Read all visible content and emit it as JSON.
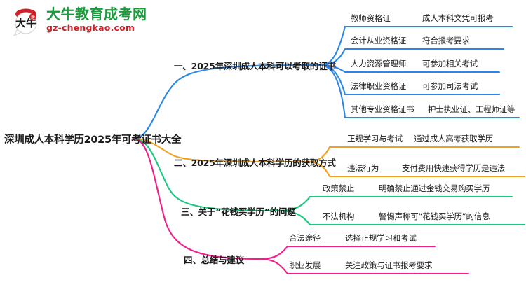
{
  "logo": {
    "mark_name": "daniu-bull-logo",
    "title": "大牛教育成考网",
    "subtitle": "gz-chengkao.com",
    "title_color": "#199b3b",
    "subtitle_color": "#cf2127"
  },
  "mindmap": {
    "root": {
      "label": "深圳成人本科学历2025年可考证书大全"
    },
    "branches": [
      {
        "index": 1,
        "title": "一、2025年深圳成人本科可以考取的证书",
        "color": "#2b86e8",
        "children": [
          {
            "label": "教师资格证",
            "desc": "成人本科文凭可报考"
          },
          {
            "label": "会计从业资格证",
            "desc": "符合报考要求"
          },
          {
            "label": "人力资源管理师",
            "desc": "可参加相关考试"
          },
          {
            "label": "法律职业资格证",
            "desc": "可参加司法考试"
          },
          {
            "label": "其他专业资格证书",
            "desc": "护士执业证、工程师证等"
          }
        ]
      },
      {
        "index": 2,
        "title": "二、2025年深圳成人本科学历的获取方式",
        "color": "#f0a21e",
        "children": [
          {
            "label": "正规学习与考试",
            "desc": "通过成人高考获取学历"
          },
          {
            "label": "违法行为",
            "desc": "支付费用快速获得学历是违法"
          }
        ]
      },
      {
        "index": 3,
        "title": "三、关于“花钱买学历”的问题",
        "color": "#18c97e",
        "children": [
          {
            "label": "政策禁止",
            "desc": "明确禁止通过金钱交易购买学历"
          },
          {
            "label": "不法机构",
            "desc": "警惕声称可“花钱买学历”的信息"
          }
        ]
      },
      {
        "index": 4,
        "title": "四、总结与建议",
        "color": "#f51d8a",
        "children": [
          {
            "label": "合法途径",
            "desc": "选择正规学习和考试"
          },
          {
            "label": "职业发展",
            "desc": "关注政策与证书报考要求"
          }
        ]
      }
    ]
  }
}
